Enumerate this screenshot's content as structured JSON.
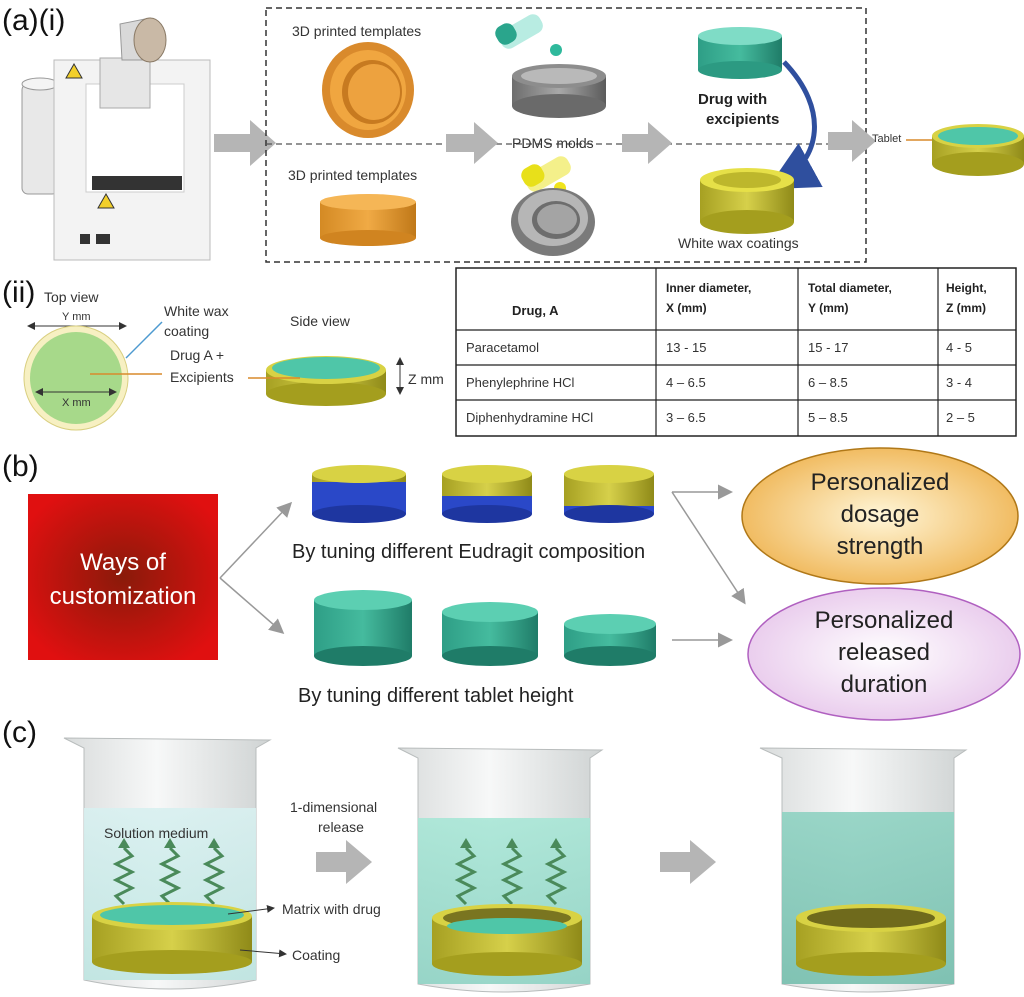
{
  "panels": {
    "a_label": "(a)(i)",
    "aii_label": "(ii)",
    "b_label": "(b)",
    "c_label": "(c)"
  },
  "a_i": {
    "templates_top": "3D printed templates",
    "templates_bottom": "3D printed templates",
    "pdms": "PDMS molds",
    "drug_line1": "Drug with",
    "drug_line2": "excipients",
    "wax": "White wax coatings",
    "tablet": "Tablet"
  },
  "a_ii": {
    "top_view": "Top view",
    "y_mm": "Y mm",
    "x_mm": "X mm",
    "wax_line1": "White wax",
    "wax_line2": "coating",
    "drug_line1": "Drug A +",
    "drug_line2": "Excipients",
    "side_view": "Side view",
    "z_mm": "Z mm"
  },
  "table": {
    "headers": [
      {
        "l1": "Drug, A",
        "l2": ""
      },
      {
        "l1": "Inner diameter,",
        "l2": "X (mm)"
      },
      {
        "l1": "Total diameter,",
        "l2": "Y (mm)"
      },
      {
        "l1": "Height,",
        "l2": "Z (mm)"
      }
    ],
    "rows": [
      [
        "Paracetamol",
        "13 - 15",
        "15 - 17",
        "4 - 5"
      ],
      [
        "Phenylephrine HCl",
        "4 – 6.5",
        "6 – 8.5",
        "3 - 4"
      ],
      [
        "Diphenhydramine HCl",
        "3 – 6.5",
        "5 – 8.5",
        "2 – 5"
      ]
    ]
  },
  "b": {
    "ways_line1": "Ways of",
    "ways_line2": "customization",
    "eudragit": "By tuning different Eudragit composition",
    "height": "By tuning different tablet height",
    "oval1": [
      "Personalized",
      "dosage",
      "strength"
    ],
    "oval2": [
      "Personalized",
      "released",
      "duration"
    ]
  },
  "c": {
    "solution": "Solution medium",
    "release_line1": "1-dimensional",
    "release_line2": "release",
    "matrix": "Matrix with drug",
    "coating": "Coating"
  },
  "colors": {
    "teal": "#4fc6a8",
    "olive": "#c8c23a",
    "blue": "#2a48c8",
    "red": "#d21010",
    "orange": "#e59a2f",
    "arrow_gray": "#b5b5b5"
  }
}
